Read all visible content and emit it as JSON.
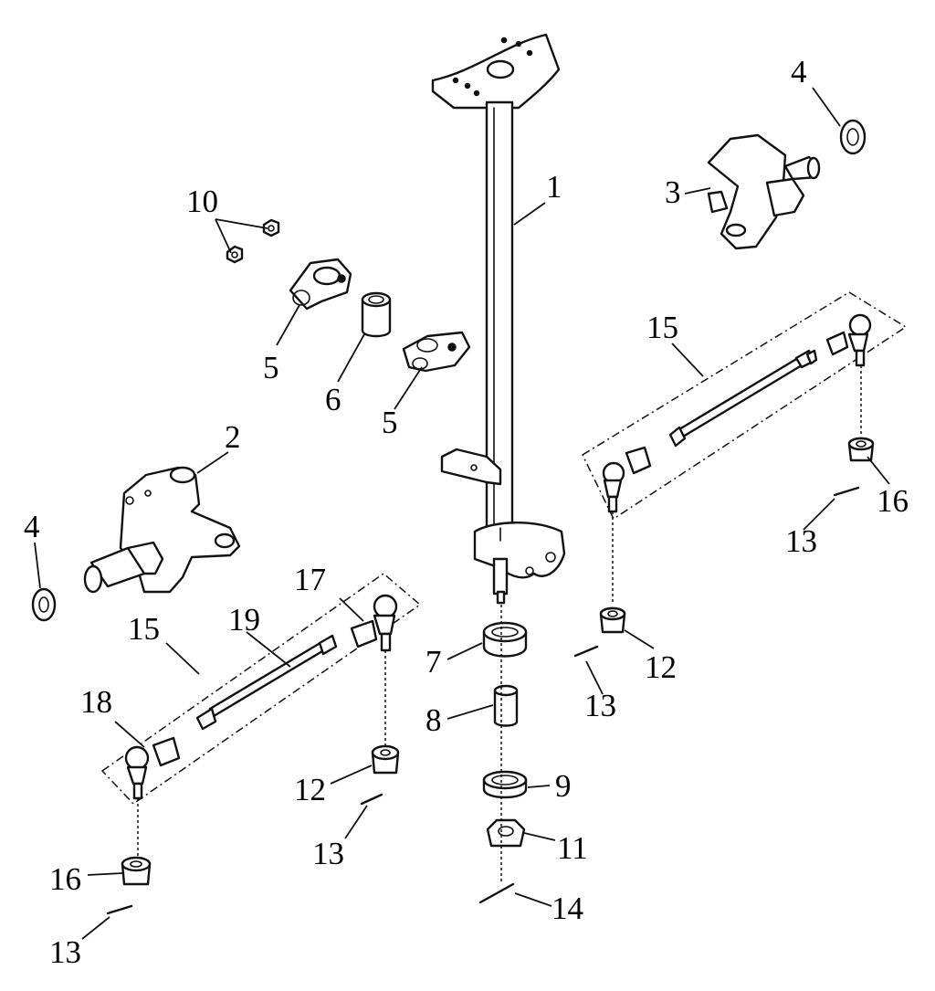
{
  "diagram": {
    "callouts": [
      {
        "id": "c1",
        "text": "1"
      },
      {
        "id": "c2",
        "text": "2"
      },
      {
        "id": "c3",
        "text": "3"
      },
      {
        "id": "c4a",
        "text": "4"
      },
      {
        "id": "c4b",
        "text": "4"
      },
      {
        "id": "c5a",
        "text": "5"
      },
      {
        "id": "c5b",
        "text": "5"
      },
      {
        "id": "c6",
        "text": "6"
      },
      {
        "id": "c7",
        "text": "7"
      },
      {
        "id": "c8",
        "text": "8"
      },
      {
        "id": "c9",
        "text": "9"
      },
      {
        "id": "c10",
        "text": "10"
      },
      {
        "id": "c11",
        "text": "11"
      },
      {
        "id": "c12a",
        "text": "12"
      },
      {
        "id": "c12b",
        "text": "12"
      },
      {
        "id": "c13a",
        "text": "13"
      },
      {
        "id": "c13b",
        "text": "13"
      },
      {
        "id": "c13c",
        "text": "13"
      },
      {
        "id": "c13d",
        "text": "13"
      },
      {
        "id": "c14",
        "text": "14"
      },
      {
        "id": "c15a",
        "text": "15"
      },
      {
        "id": "c15b",
        "text": "15"
      },
      {
        "id": "c16a",
        "text": "16"
      },
      {
        "id": "c16b",
        "text": "16"
      },
      {
        "id": "c17",
        "text": "17"
      },
      {
        "id": "c18",
        "text": "18"
      },
      {
        "id": "c19",
        "text": "19"
      }
    ]
  }
}
